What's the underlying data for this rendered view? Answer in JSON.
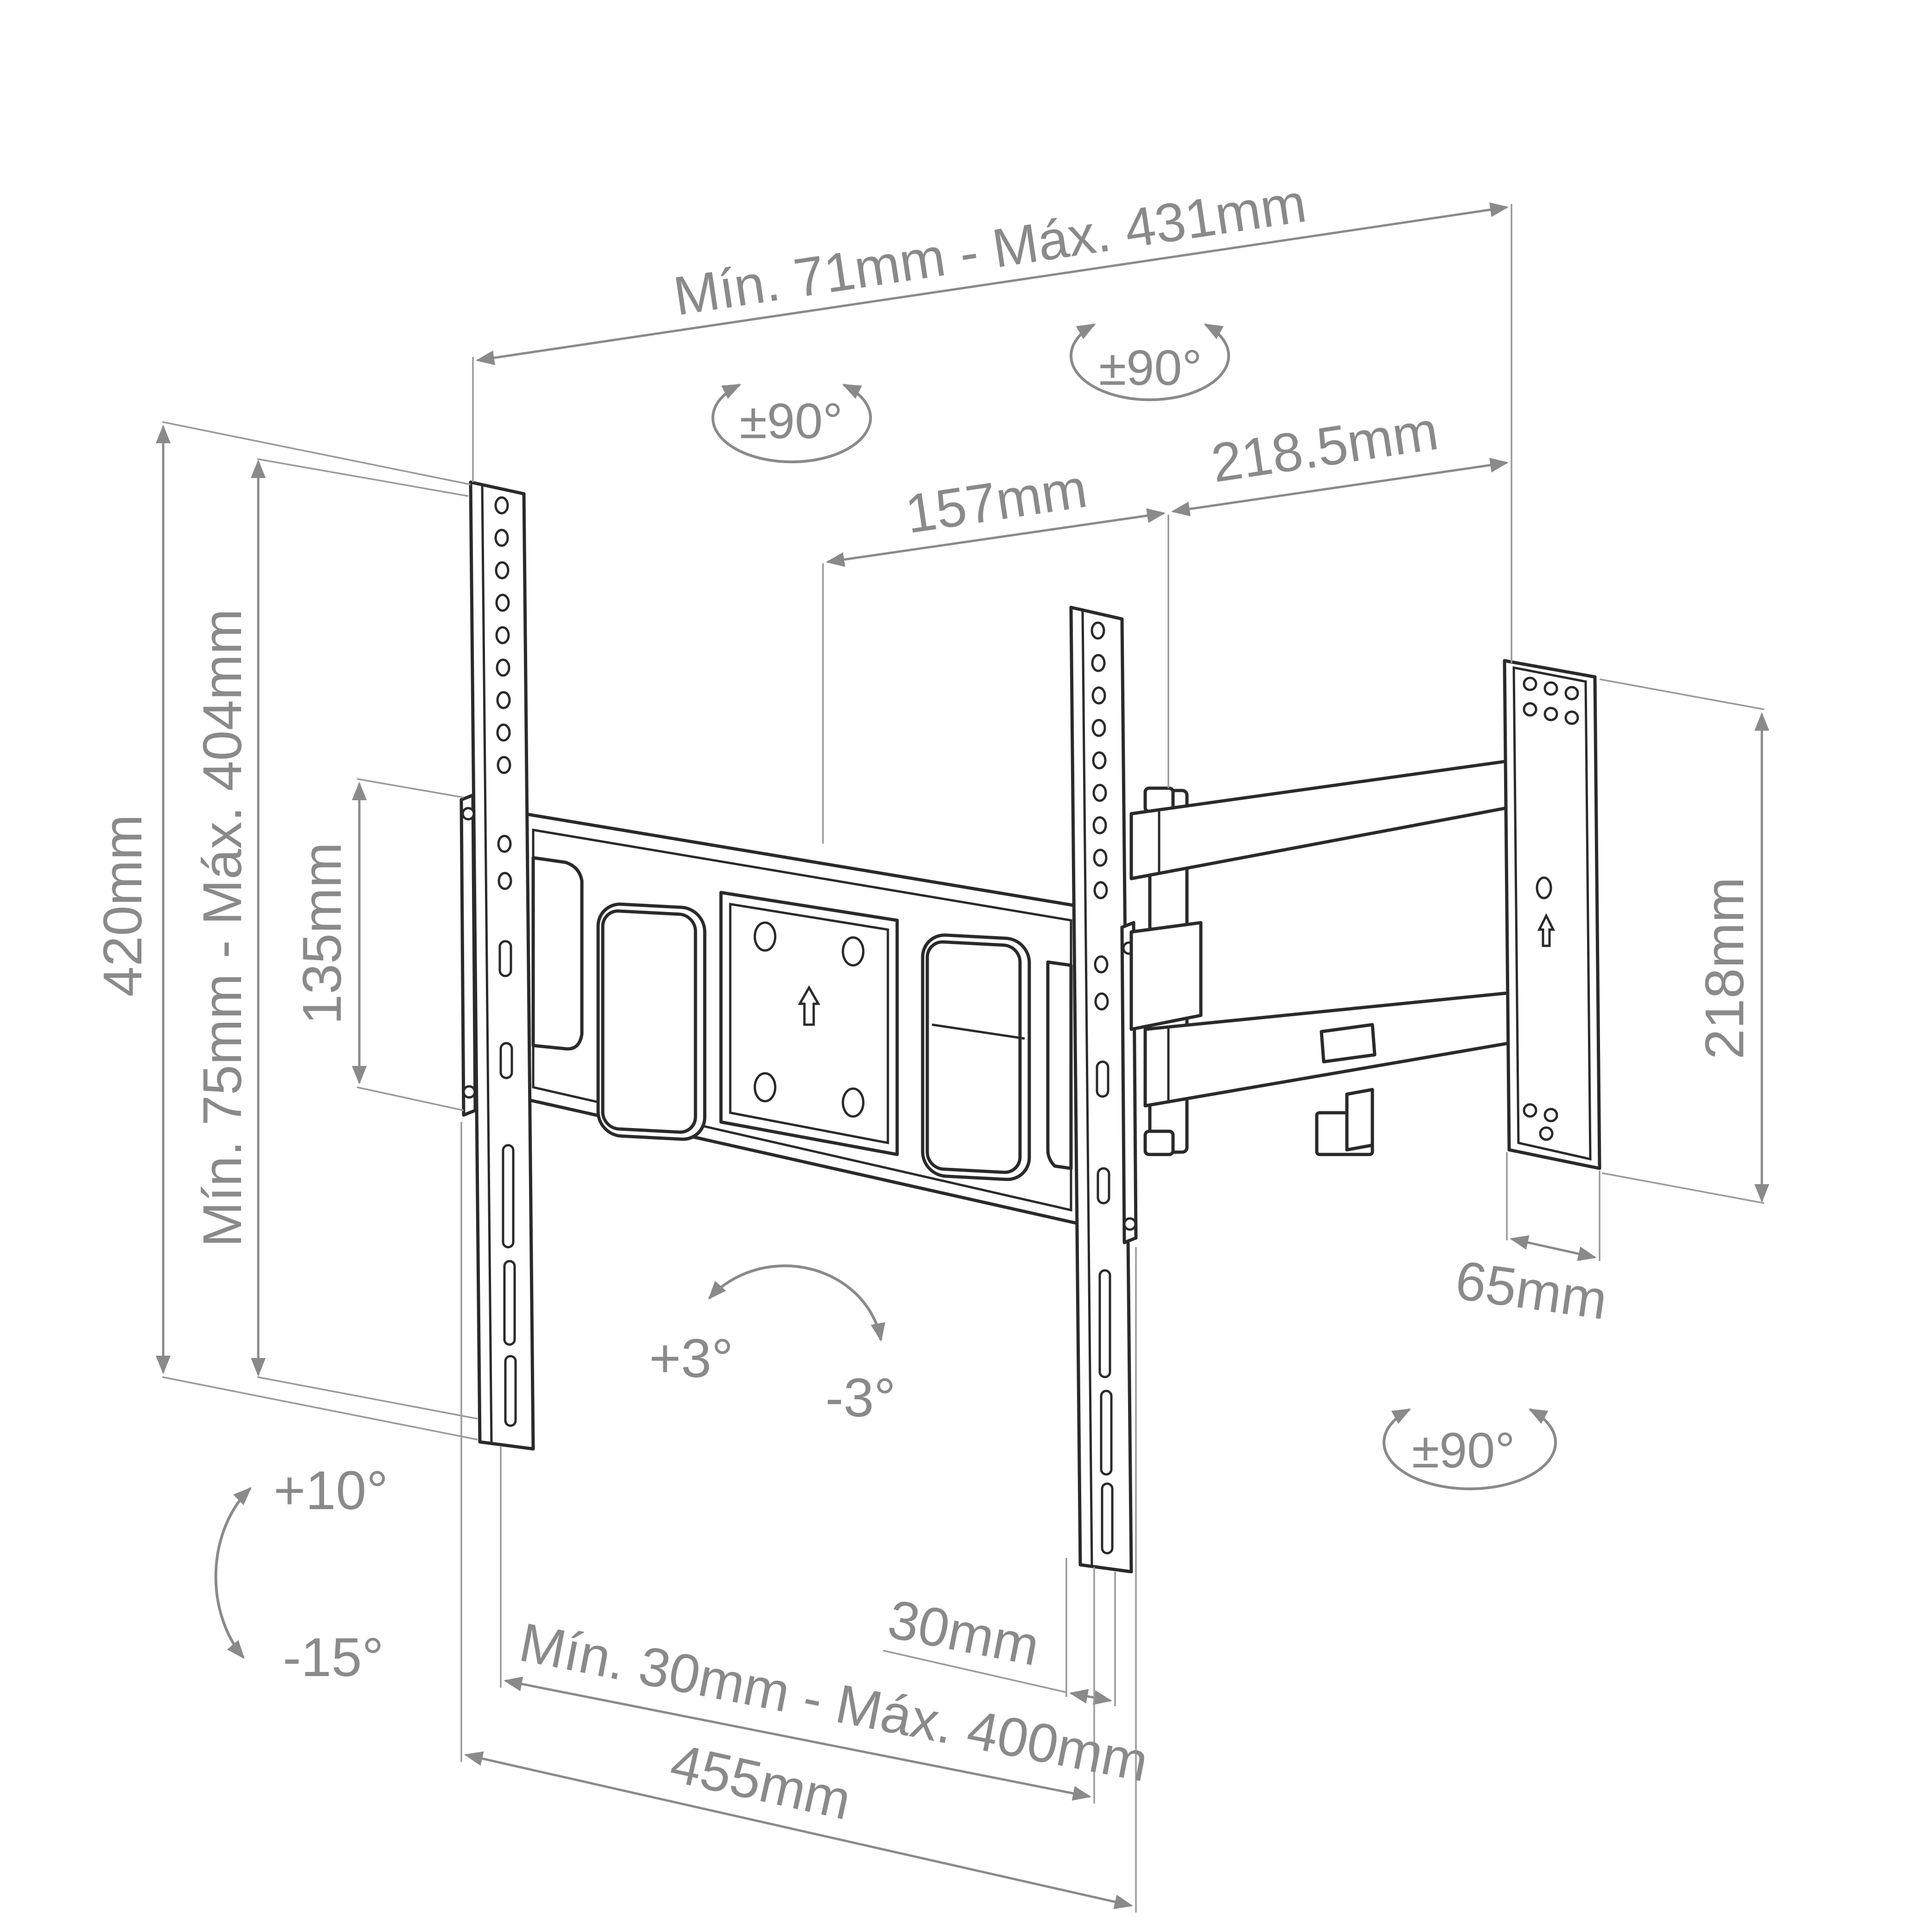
{
  "labels": {
    "arm_extension": "Mín. 71mm - Máx. 431mm",
    "rotate_left_arm": "±90°",
    "rotate_right_arm": "±90°",
    "rotate_wall_plate": "±90°",
    "arm_segment_1": "157mm",
    "arm_segment_2": "218.5mm",
    "total_height": "420mm",
    "vesa_vertical": "Mín. 75mm - Máx. 404mm",
    "plate_height": "135mm",
    "wall_plate_height": "218mm",
    "wall_plate_depth": "65mm",
    "rotation_plus": "+3°",
    "rotation_minus": "-3°",
    "tilt_up": "+10°",
    "tilt_down": "-15°",
    "bracket_depth": "30mm",
    "vesa_horizontal": "Mín. 30mm - Máx. 400mm",
    "total_width": "455mm"
  },
  "colors": {
    "outline": "#2a2a2a",
    "dimension": "#8a8a8a"
  }
}
